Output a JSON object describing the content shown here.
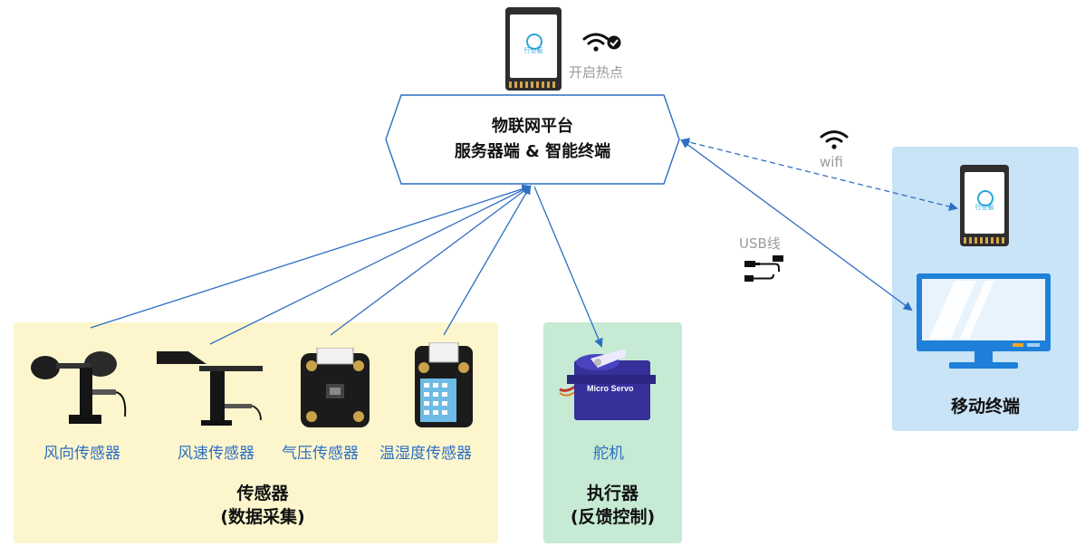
{
  "platform": {
    "line1": "物联网平台",
    "line2": "服务器端 & 智能终端"
  },
  "hotspot": {
    "label": "开启热点",
    "board_logo": "行空板"
  },
  "connections": {
    "wifi_label": "wifi",
    "usb_label": "USB线"
  },
  "sensors": {
    "title_line1": "传感器",
    "title_line2": "(数据采集)",
    "items": [
      {
        "label": "风向传感器",
        "icon": "wind-vane-sensor-icon"
      },
      {
        "label": "风速传感器",
        "icon": "anemometer-sensor-icon"
      },
      {
        "label": "气压传感器",
        "icon": "pressure-sensor-module-icon"
      },
      {
        "label": "温湿度传感器",
        "icon": "temperature-humidity-sensor-icon"
      }
    ]
  },
  "actuator": {
    "title_line1": "执行器",
    "title_line2": "(反馈控制)",
    "device_label": "舵机",
    "servo_text": "Micro Servo"
  },
  "mobile": {
    "title": "移动终端",
    "board_logo": "行空板"
  },
  "colors": {
    "link": "#2d6fc2",
    "sensor_panel": "#fdf6cd",
    "actuator_panel": "#c6ead3",
    "mobile_panel": "#c9e3f7"
  }
}
